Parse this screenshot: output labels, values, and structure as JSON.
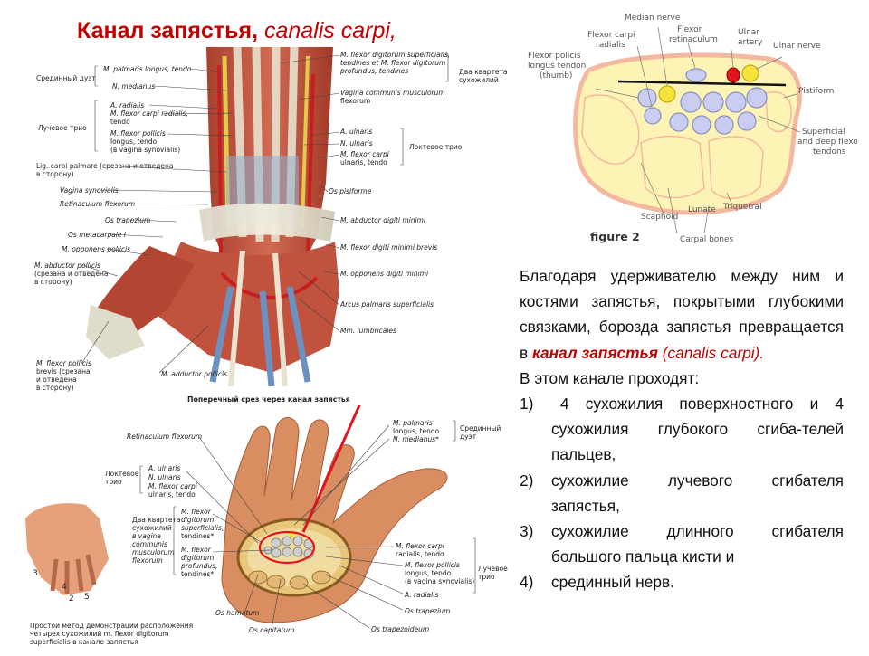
{
  "title": {
    "main": "Канал запястья, ",
    "latin": "canalis carpi,"
  },
  "top_figure": {
    "left_labels": [
      "Срединный дуэт",
      "Лучевое трио",
      "Lig. carpi palmare (срезана и отведена",
      "в сторону)",
      "Vagina synovialis",
      "Retinaculum flexorum",
      "Os trapezium",
      "Os metacarpale I",
      "M. opponens pollicis",
      "M. abductor pollicis",
      "(срезана и отведена",
      "в сторону)",
      "M. flexor pollicis",
      "brevis (срезана",
      "и отведена",
      "в сторону)"
    ],
    "mid_labels": [
      "M. palmaris longus, tendo",
      "N. medianus",
      "A. radialis",
      "M. flexor carpi radialis,",
      "tendo",
      "M. flexor pollicis",
      "longus, tendo",
      "(в vagina synovialis)"
    ],
    "right_labels": [
      "M. flexor digitorum superficialis,",
      "tendines et M. flexor digitorum",
      "profundus, tendines",
      "Vagina communis musculorum",
      "flexorum",
      "A. ulnaris",
      "N. ulnaris",
      "M. flexor carpi",
      "ulnaris, tendo",
      "Os pisiforme",
      "M. abductor digiti minimi",
      "M. flexor digiti minimi brevis",
      "M. opponens digiti minimi",
      "Arcus palmaris superficialis",
      "Mm. lumbricales",
      "M. adductor pollicis"
    ],
    "group_labels": [
      "Два квартета",
      "сухожилий",
      "Локтевое трио"
    ]
  },
  "bottom_figure": {
    "heading": "Поперечный срез через канал запястья",
    "left_labels": [
      "Retinaculum flexorum",
      "Локтевое",
      "трио",
      "A. ulnaris",
      "N. ulnaris",
      "M. flexor carpi",
      "ulnaris, tendo",
      "Два квартета",
      "сухожилий",
      "в vagina",
      "communis",
      "musculorum",
      "flexorum",
      "M. flexor",
      "digitorum",
      "superficialis,",
      "tendines*",
      "M. flexor",
      "digitorum",
      "profundus,",
      "tendines*",
      "Os hamatum",
      "Os capitatum",
      "Простой метод демонстрации расположения",
      "четырех сухожилий m. flexor digitorum",
      "superficialis в канале запястья"
    ],
    "right_labels": [
      "M. palmaris",
      "longus, tendo",
      "N. medianus*",
      "Срединный",
      "дуэт",
      "M. flexor carpi",
      "radialis, tendo",
      "M. flexor pollicis",
      "longus, tendo",
      "(в vagina synovialis)",
      "A. radialis",
      "Os trapezium",
      "Os trapezoideum",
      "Лучевое",
      "трио"
    ],
    "finger_numbers": [
      "3",
      "4",
      "2",
      "5"
    ]
  },
  "diagram": {
    "labels": {
      "median": "Median nerve",
      "fcr1": "Flexor carpi",
      "fcr2": "radialis",
      "ret1": "Flexor",
      "ret2": "retinaculum",
      "ua1": "Ulnar",
      "ua2": "artery",
      "un": "Ulnar nerve",
      "fpl1": "Flexor policis",
      "fpl2": "longus tendon",
      "fpl3": "(thumb)",
      "pist": "Pistiform",
      "sup1": "Superficial",
      "sup2": "and deep flexo",
      "sup3": "tendons",
      "scaphoid": "Scaphoid",
      "lunate": "Lunate",
      "triq": "Triquetral",
      "carpal": "Carpal bones"
    },
    "caption": "figure 2",
    "colors": {
      "outline": "#f4b8a0",
      "bone": "#fdf3b4",
      "tendon": "#c9cdf2",
      "nerve": "#f5e33c",
      "artery": "#e3141e"
    }
  },
  "text": {
    "p1_before": "Благодаря удерживателю между ним и костями запястья, покрытыми глубокими связками, борозда запястья превращается в ",
    "p1_accent": "канал запястья",
    "p1_latin": " (canalis carpi).",
    "p2": "В этом канале проходят:",
    "items": [
      {
        "num": "1)",
        "text": "4 сухожилия поверхностного и 4 сухожилия глубокого сгиба-телей пальцев,"
      },
      {
        "num": "2)",
        "text": "сухожилие лучевого сгибателя запястья,"
      },
      {
        "num": "3)",
        "text": "сухожилие длинного сгибателя большого пальца кисти и"
      },
      {
        "num": "4)",
        "text": "срединный нерв."
      }
    ]
  }
}
